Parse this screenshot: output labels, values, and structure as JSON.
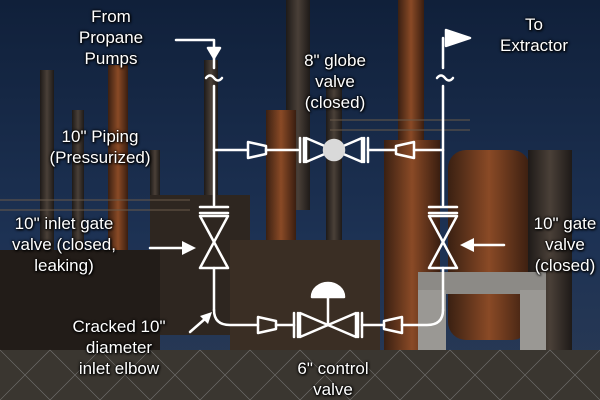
{
  "labels": {
    "from_pumps": "From\nPropane\nPumps",
    "to_extractor": "To\nExtractor",
    "globe_valve": "8\" globe\nvalve\n(closed)",
    "piping": "10\" Piping\n(Pressurized)",
    "inlet_gate": "10\" inlet gate\nvalve (closed,\nleaking)",
    "outlet_gate": "10\" gate\nvalve\n(closed)",
    "elbow": "Cracked 10\"\ndiameter\ninlet elbow",
    "control_valve": "6\" control\nvalve"
  },
  "colors": {
    "sky": "#1a2a44",
    "rust": "#7a3a1e",
    "steel": "#4a4038",
    "diagram_lines": "#ffffff",
    "globe_fill": "#d9d9d9"
  },
  "icons": {
    "flow_in": "arrow-down-icon",
    "flow_out": "flag-arrow-icon",
    "break_mark": "tilde-break-icon",
    "globe_valve": "globe-valve-icon",
    "gate_valve": "gate-valve-icon",
    "control_valve": "control-valve-icon",
    "reducer": "reducer-icon"
  }
}
